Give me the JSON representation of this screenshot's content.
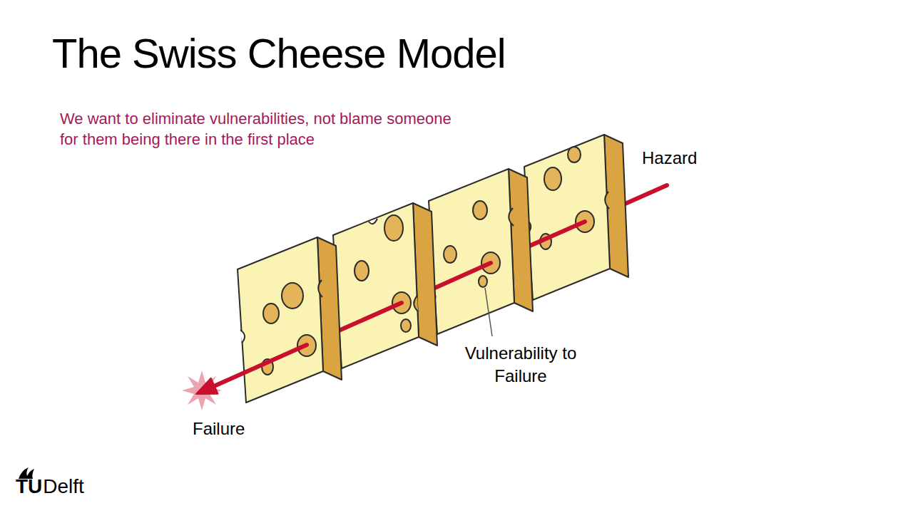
{
  "diagram": {
    "title": "The Swiss Cheese Model",
    "labels": [
      "We want to eliminate vulnerabilities, not blame someone for them being there in the first place",
      "Hazard",
      "Vulnerability to Failure",
      "Failure",
      "TU",
      "Delft"
    ]
  }
}
